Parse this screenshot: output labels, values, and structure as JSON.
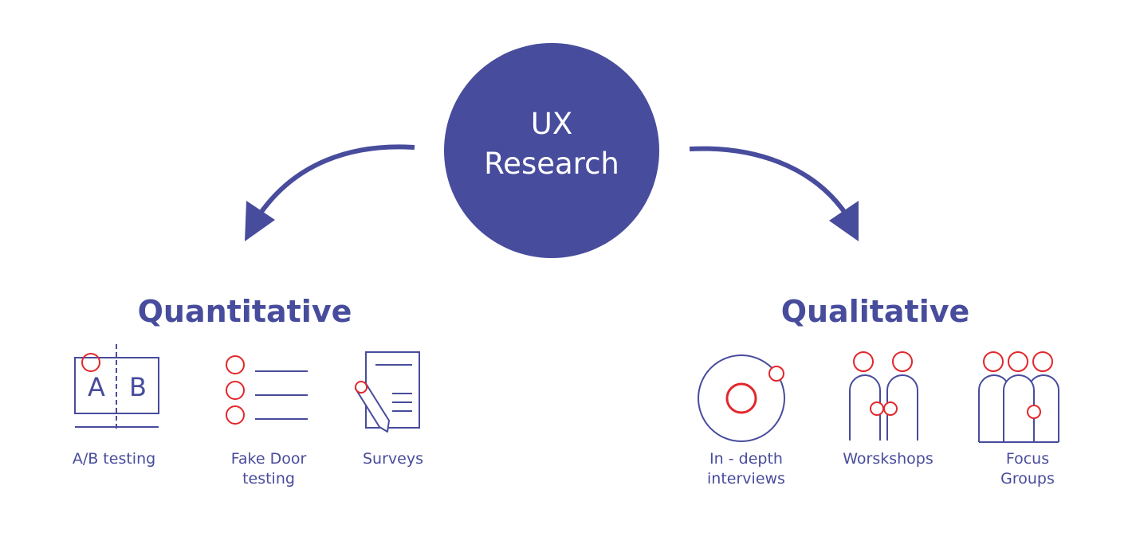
{
  "colors": {
    "primary": "#484c9c",
    "accent": "#e2272b",
    "background": "#ffffff"
  },
  "center": {
    "line1": "UX",
    "line2": "Research"
  },
  "quantitative": {
    "title": "Quantitative",
    "items": [
      {
        "icon": "ab-test-icon",
        "lines": [
          "A/B testing"
        ],
        "letters": [
          "A",
          "B"
        ]
      },
      {
        "icon": "fake-door-icon",
        "lines": [
          "Fake Door",
          "testing"
        ]
      },
      {
        "icon": "survey-icon",
        "lines": [
          "Surveys"
        ]
      }
    ]
  },
  "qualitative": {
    "title": "Qualitative",
    "items": [
      {
        "icon": "interview-icon",
        "lines": [
          "In - depth",
          "interviews"
        ]
      },
      {
        "icon": "workshop-icon",
        "lines": [
          "Worskshops"
        ]
      },
      {
        "icon": "focus-group-icon",
        "lines": [
          "Focus",
          "Groups"
        ]
      }
    ]
  }
}
